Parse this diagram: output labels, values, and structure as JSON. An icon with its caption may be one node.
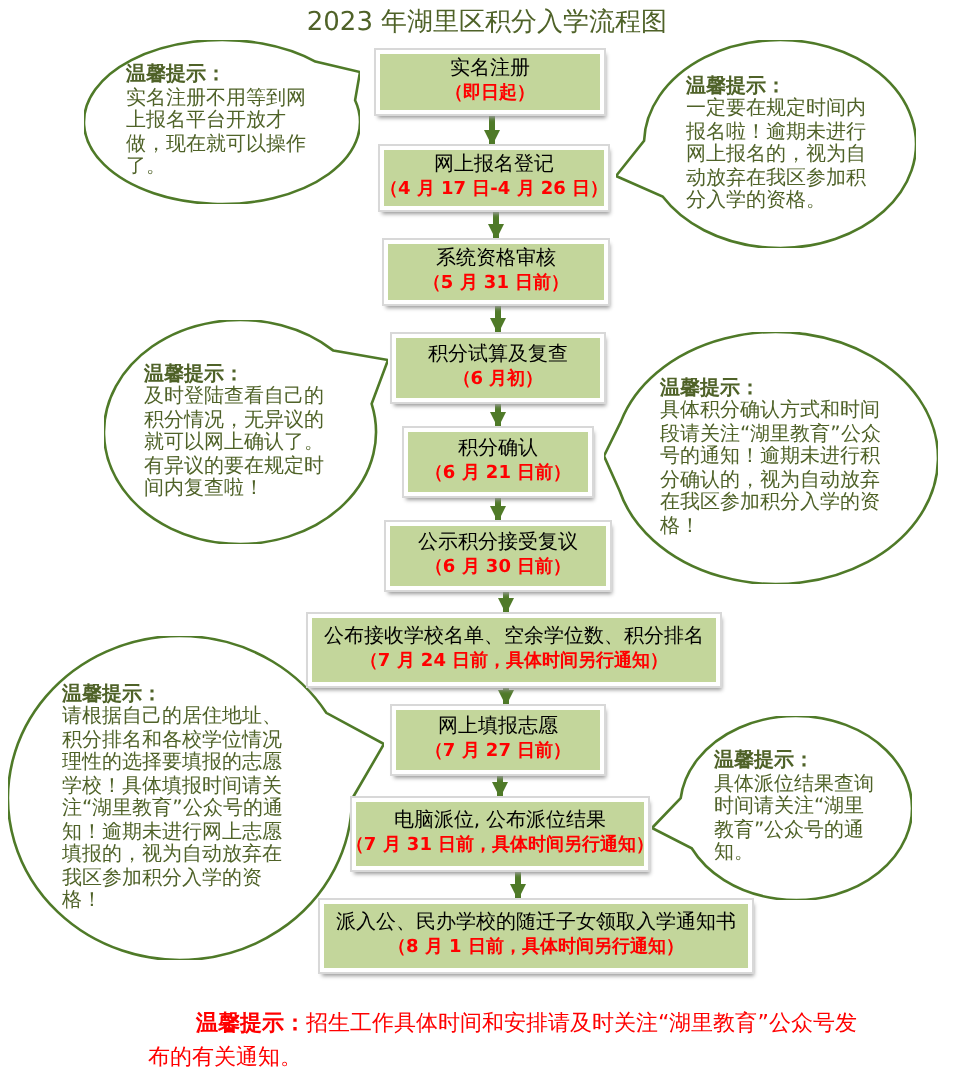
{
  "diagram": {
    "title": "2023 年湖里区积分入学流程图",
    "nodes": [
      {
        "text": [
          "温馨提示：",
          "实名注册不用等到网上报名平台开放才做，现在就可以操作了。"
        ]
      },
      {
        "text": [
          "实名注册",
          "（即日起）"
        ]
      },
      {
        "text": [
          "温馨提示：",
          "一定要在规定时间内报名啦！逾期未进行网上报名的，视为自动放弃在我区参加积分入学的资格。"
        ]
      },
      {
        "text": [
          "网上报名登记",
          "（4 月 17 日-4 月 26 日）"
        ]
      },
      {
        "text": [
          "系统资格审核",
          "（5 月 31 日前）"
        ]
      },
      {
        "text": [
          "温馨提示：",
          "及时登陆查看自己的积分情况，无异议的就可以网上确认了。有异议的要在规定时间内复查啦！"
        ]
      },
      {
        "text": [
          "积分试算及复查",
          "（6 月初）"
        ]
      },
      {
        "text": [
          "温馨提示：",
          "具体积分确认方式和时间段请关注“湖里教育”公众号的通知！逾期未进行积分确认的，视为自动放弃在我区参加积分入学的资格！"
        ]
      },
      {
        "text": [
          "积分确认",
          "（6 月 21 日前）"
        ]
      },
      {
        "text": [
          "公示积分接受复议",
          "（6 月 30 日前）"
        ]
      },
      {
        "text": [
          "公布接收学校名单、空余学位数、积分排名",
          "（7 月 24 日前，具体时间另行通知）"
        ]
      },
      {
        "text": [
          "温馨提示：",
          "请根据自己的居住地址、积分排名和各校学位情况理性的选择要填报的志愿学校！具体填报时间请关注“湖里教育”公众号的通知！逾期未进行网上志愿填报的，视为自动放弃在我区参加积分入学的资格！"
        ]
      },
      {
        "text": [
          "网上填报志愿",
          "（7 月 27 日前）"
        ]
      },
      {
        "text": [
          "温馨提示：",
          "具体派位结果查询时间请关注“湖里教育”公众号的通知。"
        ]
      },
      {
        "text": [
          "电脑派位, 公布派位结果",
          "（7 月 31 日前，具体时间另行通知）"
        ]
      },
      {
        "text": [
          "派入公、民办学校的随迁子女领取入学通知书",
          "（8 月 1 日前，具体时间另行通知）"
        ]
      }
    ],
    "edges": [
      {
        "from": 1,
        "to": 3,
        "arrow": "to"
      },
      {
        "from": 3,
        "to": 4,
        "arrow": "to"
      },
      {
        "from": 4,
        "to": 6,
        "arrow": "to"
      },
      {
        "from": 6,
        "to": 8,
        "arrow": "to"
      },
      {
        "from": 8,
        "to": 9,
        "arrow": "to"
      },
      {
        "from": 9,
        "to": 10,
        "arrow": "to"
      },
      {
        "from": 10,
        "to": 12,
        "arrow": "to"
      },
      {
        "from": 12,
        "to": 14,
        "arrow": "to"
      },
      {
        "from": 14,
        "to": 15,
        "arrow": "to"
      }
    ],
    "labels": [
      "**温馨提示：**招生工作具体时间和安排请及时关注“湖里教育”公众号发布的有关通知。"
    ]
  }
}
